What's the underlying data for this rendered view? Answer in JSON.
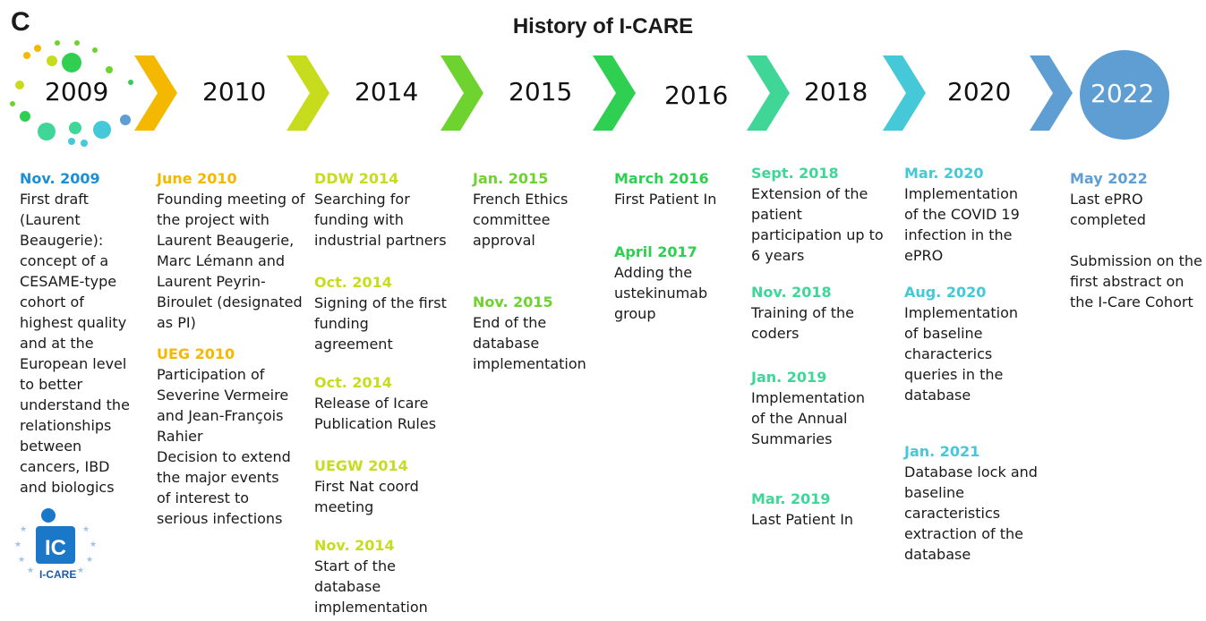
{
  "panel_letter": "C",
  "title": "History of I-CARE",
  "colors": {
    "y2009": "#1b8fd4",
    "y2010": "#f5b800",
    "y2014": "#c8dc1e",
    "y2015": "#6ed22f",
    "y2016": "#2fcf52",
    "y2018": "#3fd698",
    "y2020": "#45c8d8",
    "y2022": "#5f9ed3"
  },
  "years": [
    "2009",
    "2010",
    "2014",
    "2015",
    "2016",
    "2018",
    "2020",
    "2022"
  ],
  "columns": [
    {
      "events": [
        {
          "date": "Nov. 2009",
          "text": "First draft\n(Laurent\nBeaugerie):\nconcept  of a\nCESAME-type\ncohort of\nhighest quality\nand at the\nEuropean level\nto better\nunderstand the\nrelationships\nbetween\ncancers,  IBD\nand biologics"
        }
      ]
    },
    {
      "events": [
        {
          "date": "June 2010",
          "text": "Founding  meeting of\nthe project with\nLaurent Beaugerie,\nMarc Lémann and\nLaurent Peyrin-\nBiroulet (designated\nas PI)"
        },
        {
          "date": "UEG 2010",
          "text": "Participation of\nSeverine Vermeire\nand Jean-François\nRahier\nDecision to extend\nthe major events\nof interest to\nserious infections"
        }
      ]
    },
    {
      "events": [
        {
          "date": "DDW 2014",
          "text": "Searching for\nfunding with\nindustrial partners"
        },
        {
          "date": "Oct. 2014",
          "text": "Signing of the first\nfunding\nagreement"
        },
        {
          "date": "Oct. 2014",
          "text": "Release of Icare\nPublication Rules"
        },
        {
          "date": "UEGW 2014",
          "text": "First Nat coord\nmeeting"
        },
        {
          "date": "Nov. 2014",
          "text": "Start of the\ndatabase\nimplementation"
        }
      ]
    },
    {
      "events": [
        {
          "date": "Jan. 2015",
          "text": "French Ethics\ncommittee\napproval"
        },
        {
          "date": "Nov. 2015",
          "text": "End of the\ndatabase\nimplementation"
        }
      ]
    },
    {
      "events": [
        {
          "date": "March 2016",
          "text": "First Patient In"
        },
        {
          "date": "April 2017",
          "text": "Adding the\nustekinumab\ngroup"
        }
      ]
    },
    {
      "events": [
        {
          "date": "Sept. 2018",
          "text": "Extension of the\npatient\nparticipation up to\n6 years"
        },
        {
          "date": "Nov. 2018",
          "text": "Training of the\ncoders"
        },
        {
          "date": "Jan. 2019",
          "text": "Implementation\nof the Annual\nSummaries"
        },
        {
          "date": "Mar. 2019",
          "text": "Last Patient In"
        }
      ]
    },
    {
      "events": [
        {
          "date": "Mar. 2020",
          "text": "Implementation\nof the COVID 19\ninfection in the\nePRO"
        },
        {
          "date": "Aug. 2020",
          "text": "Implementation\nof baseline\ncharacterics\nqueries in the\ndatabase"
        },
        {
          "date": "Jan. 2021",
          "text": "Database lock and\nbaseline\ncaracteristics\nextraction of the\ndatabase"
        }
      ]
    },
    {
      "events": [
        {
          "date": "May 2022",
          "text": "Last ePRO\ncompleted\n\nSubmission on the\nfirst abstract on\nthe I-Care Cohort"
        }
      ]
    }
  ],
  "logo": {
    "label": "I-CARE",
    "mark": "IC"
  }
}
